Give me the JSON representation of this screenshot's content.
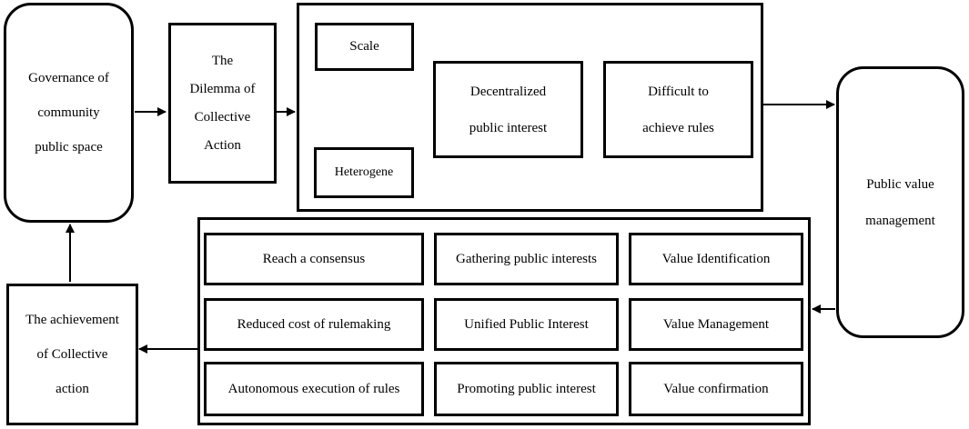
{
  "nodes": {
    "governance": {
      "lines": [
        "Governance of",
        "community",
        "public space"
      ]
    },
    "dilemma": {
      "lines": [
        "The",
        "Dilemma of",
        "Collective",
        "Action"
      ]
    },
    "scale": {
      "label": "Scale"
    },
    "heterogene": {
      "label": "Heterogene"
    },
    "decentralized": {
      "lines": [
        "Decentralized",
        "public interest"
      ]
    },
    "difficult": {
      "lines": [
        "Difficult to",
        "achieve rules"
      ]
    },
    "public_value": {
      "lines": [
        "Public value",
        "management"
      ]
    },
    "achievement": {
      "lines": [
        "The achievement",
        "of Collective",
        "action"
      ]
    },
    "grid": {
      "row1": [
        "Reach a consensus",
        "Gathering public interests",
        "Value Identification"
      ],
      "row2": [
        "Reduced cost of rulemaking",
        "Unified Public Interest",
        "Value Management"
      ],
      "row3": [
        "Autonomous execution of rules",
        "Promoting public interest",
        "Value confirmation"
      ]
    }
  }
}
